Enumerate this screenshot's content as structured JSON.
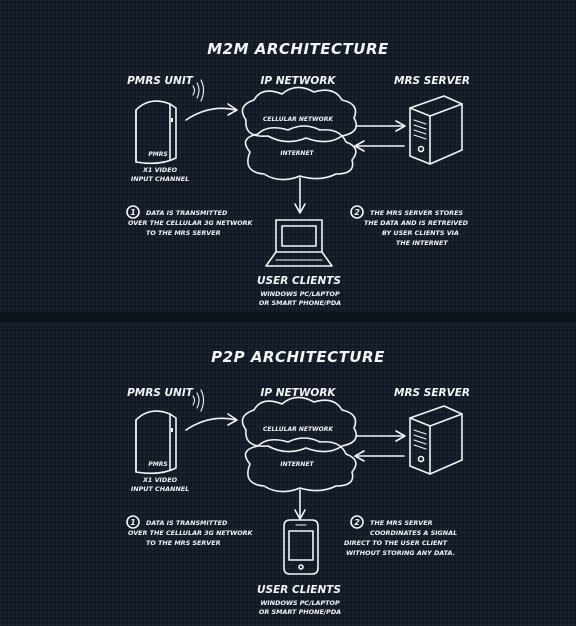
{
  "sections": [
    {
      "title": "M2M ARCHITECTURE",
      "unit_label": "PMRS UNIT",
      "unit_badge": "PMRS",
      "unit_caption_1": "x1 VIDEO",
      "unit_caption_2": "INPUT CHANNEL",
      "network_label": "IP NETWORK",
      "cloud_label_1": "CELLULAR NETWORK",
      "cloud_label_2": "INTERNET",
      "server_label": "MRS SERVER",
      "clients_label": "USER CLIENTS",
      "clients_caption_1": "WINDOWS PC/LAPTOP",
      "clients_caption_2": "OR SMART PHONE/PDA",
      "note_1_number": "1",
      "note_1_lines": [
        "DATA IS TRANSMITTED",
        "OVER THE CELLULAR 3G NETWORK",
        "TO THE MRS SERVER"
      ],
      "note_2_number": "2",
      "note_2_lines": [
        "THE MRS SERVER STORES",
        "THE DATA AND IS RETREIVED",
        "BY USER CLIENTS VIA",
        "THE INTERNET"
      ]
    },
    {
      "title": "P2P ARCHITECTURE",
      "unit_label": "PMRS UNIT",
      "unit_badge": "PMRS",
      "unit_caption_1": "x1 VIDEO",
      "unit_caption_2": "INPUT CHANNEL",
      "network_label": "IP NETWORK",
      "cloud_label_1": "CELLULAR NETWORK",
      "cloud_label_2": "INTERNET",
      "server_label": "MRS SERVER",
      "clients_label": "USER CLIENTS",
      "clients_caption_1": "WINDOWS PC/LAPTOP",
      "clients_caption_2": "OR SMART PHONE/PDA",
      "note_1_number": "1",
      "note_1_lines": [
        "DATA IS TRANSMITTED",
        "OVER THE CELLULAR 3G NETWORK",
        "TO THE MRS SERVER"
      ],
      "note_2_number": "2",
      "note_2_lines": [
        "THE MRS SERVER",
        "COORDINATES A SIGNAL",
        "DIRECT TO THE USER CLIENT",
        "WITHOUT STORING ANY DATA."
      ]
    }
  ],
  "colors": {
    "background": "#111a24",
    "ink": "#f2f4f6"
  }
}
